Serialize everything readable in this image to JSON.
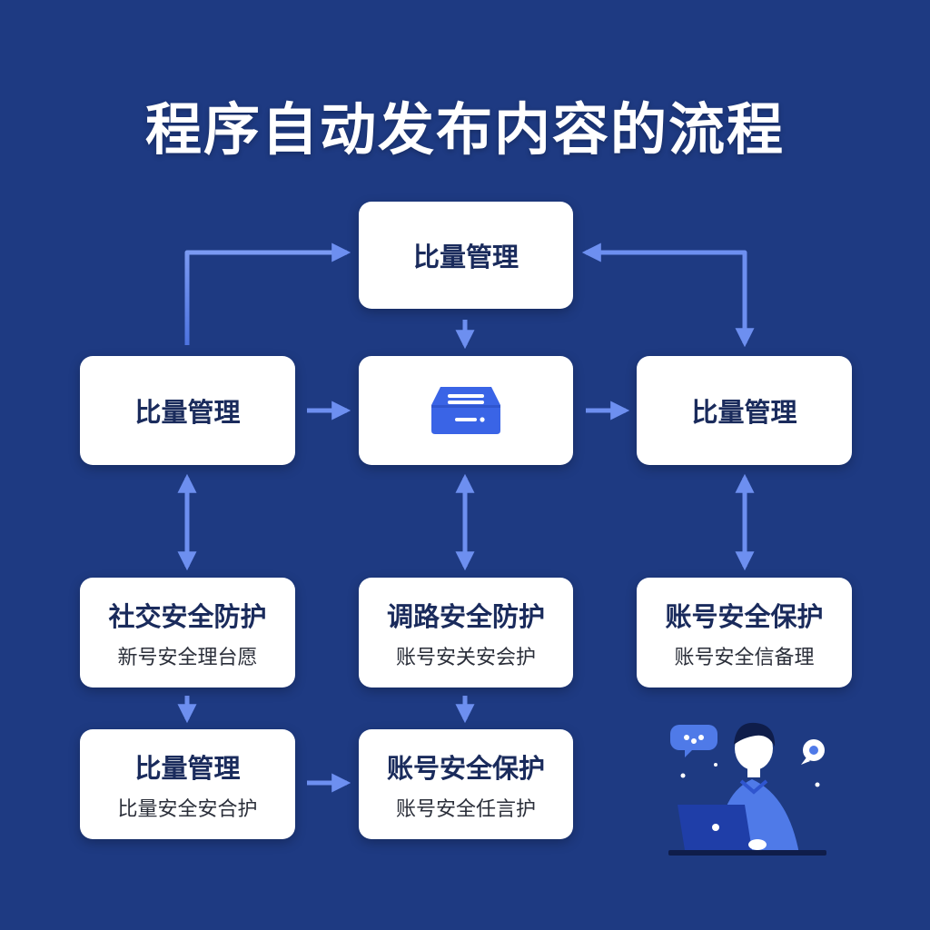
{
  "title": "程序自动发布内容的流程",
  "colors": {
    "background": "#1e3a82",
    "card": "#ffffff",
    "arrow": "#6d8ff0",
    "text_dark": "#1a2b5c",
    "accent": "#3a64e6"
  },
  "nodes": {
    "top": {
      "label": "比量管理"
    },
    "left": {
      "label": "比量管理"
    },
    "center": {
      "icon": "inbox-tray-icon"
    },
    "right": {
      "label": "比量管理"
    },
    "row3_left": {
      "label": "社交安全防护",
      "sub": "新号安全理台愿"
    },
    "row3_mid": {
      "label": "调路安全防护",
      "sub": "账号安关安会护"
    },
    "row3_right": {
      "label": "账号安全保护",
      "sub": "账号安全信备理"
    },
    "row4_left": {
      "label": "比量管理",
      "sub": "比量安全安合护"
    },
    "row4_mid": {
      "label": "账号安全保护",
      "sub": "账号安全任言护"
    }
  },
  "illustration": {
    "icon": "person-laptop-icon"
  }
}
